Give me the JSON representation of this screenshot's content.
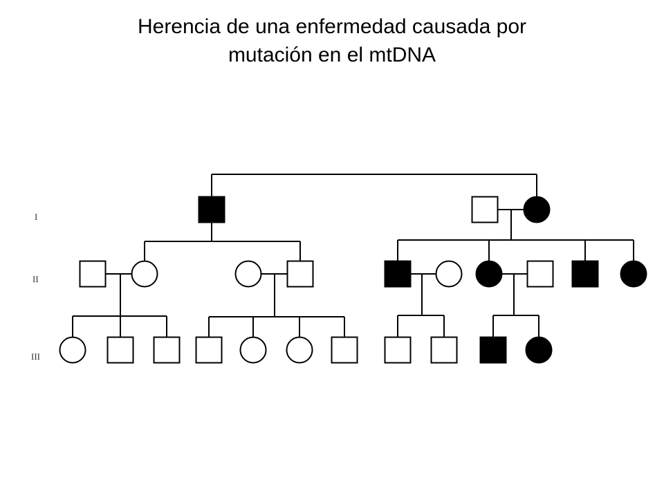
{
  "title": {
    "line1": "Herencia de una enfermedad causada por",
    "line2": "mutación en el mtDNA"
  },
  "generations": [
    "I",
    "II",
    "III"
  ],
  "colors": {
    "line": "#000000",
    "affected_fill": "#000000",
    "unaffected_fill": "#ffffff",
    "background": "#ffffff"
  },
  "pedigree": {
    "generation_I": [
      {
        "id": "I-1",
        "sex": "male",
        "affected": true
      },
      {
        "id": "I-2",
        "sex": "male",
        "affected": false
      },
      {
        "id": "I-3",
        "sex": "female",
        "affected": true
      }
    ],
    "generation_II": [
      {
        "id": "II-1",
        "sex": "male",
        "affected": false
      },
      {
        "id": "II-2",
        "sex": "female",
        "affected": false
      },
      {
        "id": "II-3",
        "sex": "female",
        "affected": false
      },
      {
        "id": "II-4",
        "sex": "male",
        "affected": false
      },
      {
        "id": "II-5",
        "sex": "male",
        "affected": true
      },
      {
        "id": "II-6",
        "sex": "female",
        "affected": false
      },
      {
        "id": "II-7",
        "sex": "female",
        "affected": true
      },
      {
        "id": "II-8",
        "sex": "male",
        "affected": false
      },
      {
        "id": "II-9",
        "sex": "male",
        "affected": true
      },
      {
        "id": "II-10",
        "sex": "female",
        "affected": true
      }
    ],
    "generation_III": [
      {
        "id": "III-1",
        "sex": "female",
        "affected": false
      },
      {
        "id": "III-2",
        "sex": "male",
        "affected": false
      },
      {
        "id": "III-3",
        "sex": "male",
        "affected": false
      },
      {
        "id": "III-4",
        "sex": "male",
        "affected": false
      },
      {
        "id": "III-5",
        "sex": "female",
        "affected": false
      },
      {
        "id": "III-6",
        "sex": "female",
        "affected": false
      },
      {
        "id": "III-7",
        "sex": "male",
        "affected": false
      },
      {
        "id": "III-8",
        "sex": "male",
        "affected": false
      },
      {
        "id": "III-9",
        "sex": "male",
        "affected": false
      },
      {
        "id": "III-10",
        "sex": "male",
        "affected": true
      },
      {
        "id": "III-11",
        "sex": "female",
        "affected": true
      }
    ]
  }
}
